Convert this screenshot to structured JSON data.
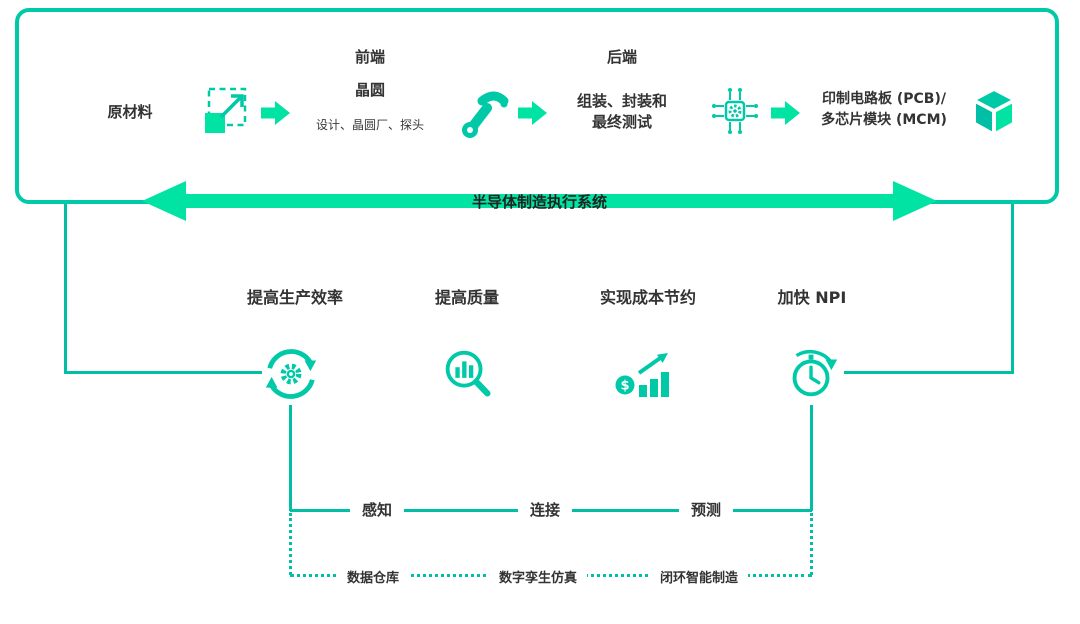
{
  "colors": {
    "arrow_green": "#00e3a2",
    "icon_teal": "#00c9a7",
    "line_teal": "#00bfa5",
    "text_dark": "#333333"
  },
  "flow": {
    "raw_material": "原材料",
    "front_end": {
      "title": "前端",
      "subtitle": "晶圆",
      "detail": "设计、晶圆厂、探头"
    },
    "back_end": {
      "title": "后端",
      "line1": "组装、封装和",
      "line2": "最终测试"
    },
    "output": {
      "line1": "印制电路板 (PCB)/",
      "line2": "多芯片模块 (MCM)"
    }
  },
  "mes_banner": "半导体制造执行系统",
  "benefits": [
    {
      "label": "提高生产效率",
      "icon": "refresh-gear-icon"
    },
    {
      "label": "提高质量",
      "icon": "magnifier-bars-icon"
    },
    {
      "label": "实现成本节约",
      "icon": "dollar-growth-icon"
    },
    {
      "label": "加快 NPI",
      "icon": "clock-cycle-icon"
    }
  ],
  "capability_row": [
    "感知",
    "连接",
    "预测"
  ],
  "foundation_row": [
    "数据仓库",
    "数字孪生仿真",
    "闭环智能制造"
  ],
  "icons": {
    "flow": [
      "expand-icon",
      "robot-arm-icon",
      "chip-network-icon",
      "cube-icon"
    ],
    "dollar_glyph": "$"
  }
}
